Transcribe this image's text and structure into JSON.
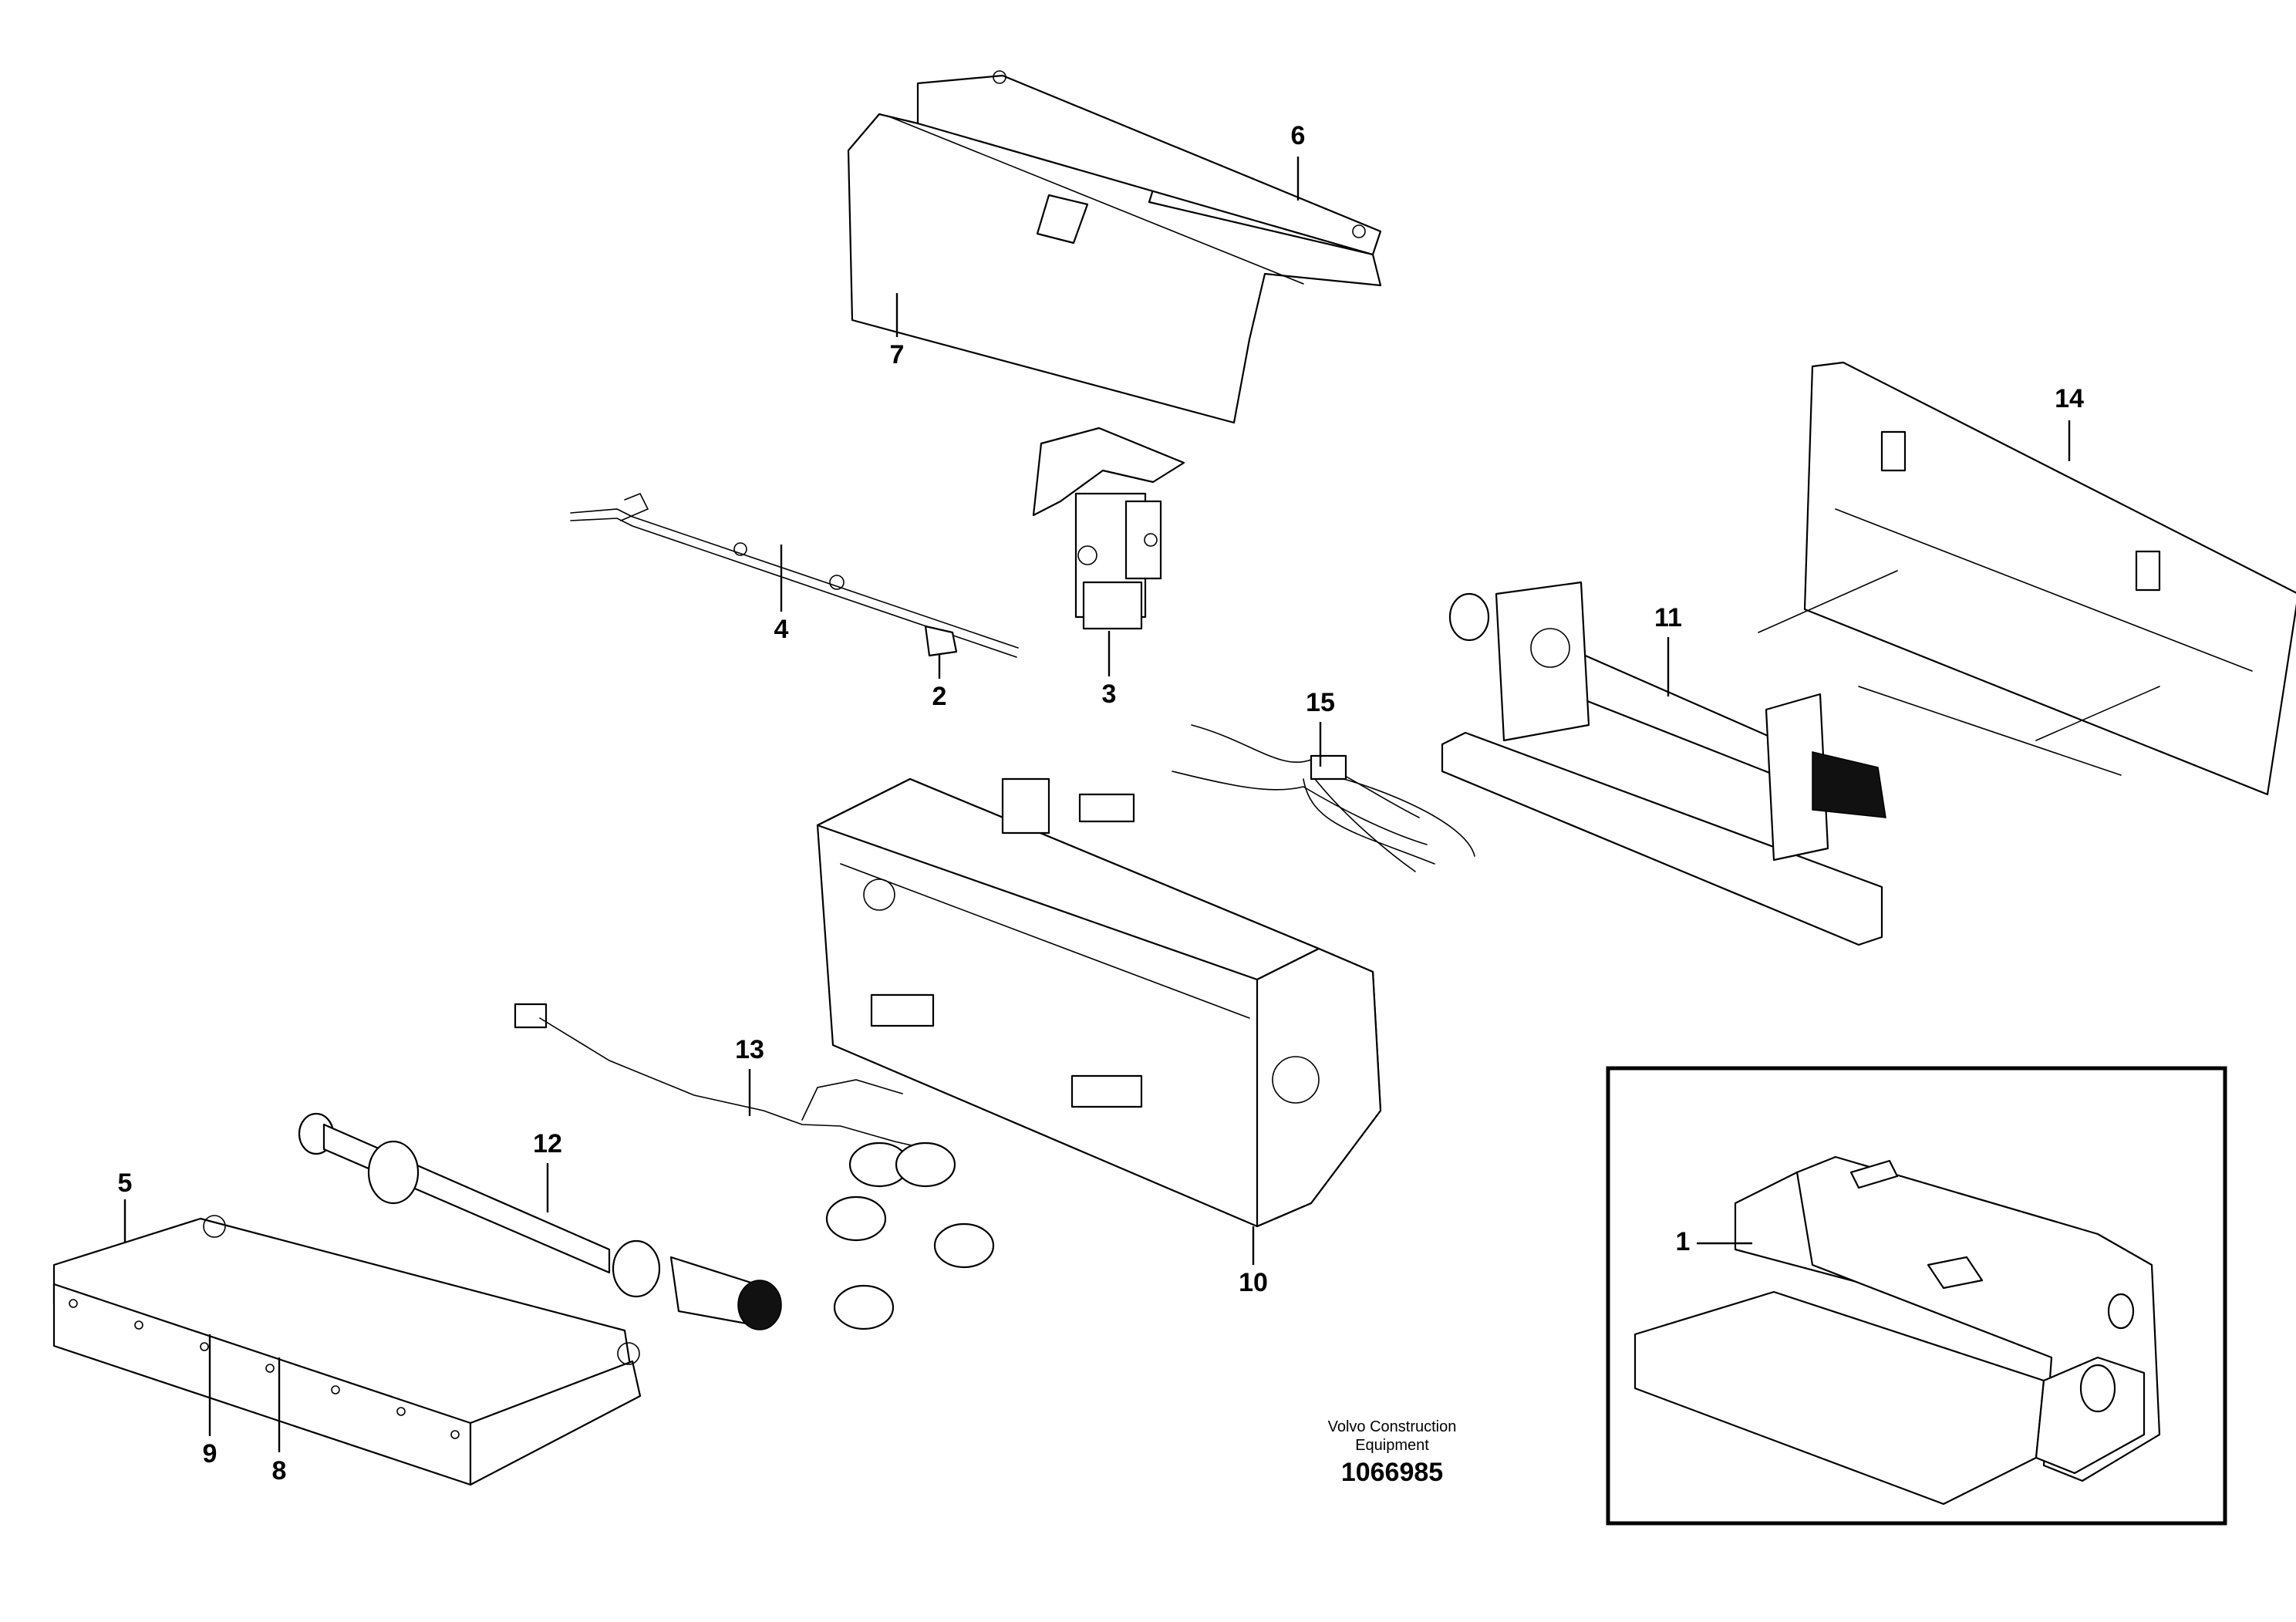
{
  "callouts": {
    "p1": "1",
    "p2": "2",
    "p3": "3",
    "p4": "4",
    "p5": "5",
    "p6": "6",
    "p7": "7",
    "p8": "8",
    "p9": "9",
    "p10": "10",
    "p11": "11",
    "p12": "12",
    "p13": "13",
    "p14": "14",
    "p15": "15"
  },
  "brand": {
    "line1": "Volvo Construction",
    "line2": "Equipment"
  },
  "document_number": "1066985"
}
